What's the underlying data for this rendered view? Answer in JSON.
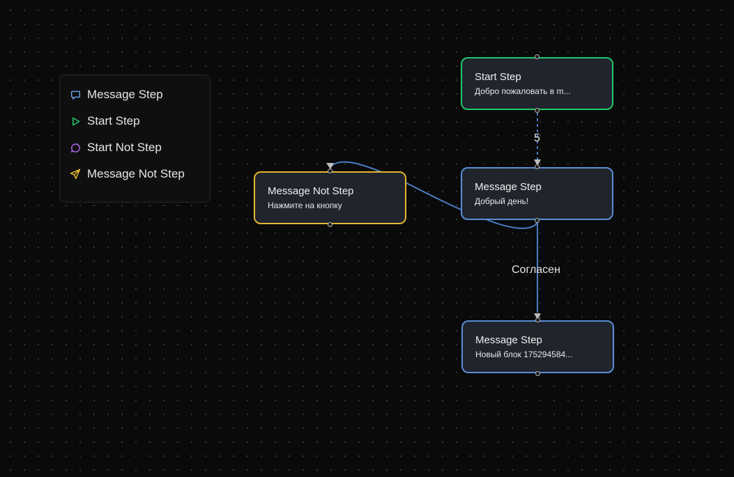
{
  "legend": {
    "items": [
      {
        "label": "Message Step",
        "icon": "message-square-icon",
        "color": "#6fa1ec"
      },
      {
        "label": "Start Step",
        "icon": "play-icon",
        "color": "#22c76b"
      },
      {
        "label": "Start Not Step",
        "icon": "message-circle-icon",
        "color": "#b56cf0"
      },
      {
        "label": "Message Not Step",
        "icon": "send-icon",
        "color": "#e6b72e"
      }
    ]
  },
  "nodes": {
    "start": {
      "title": "Start Step",
      "text": "Добро пожаловать в m..."
    },
    "message1": {
      "title": "Message Step",
      "text": "Добрый день!"
    },
    "notstep": {
      "title": "Message Not Step",
      "text": "Нажмите на кнопку"
    },
    "message2": {
      "title": "Message Step",
      "text": "Новый блок 175294584..."
    }
  },
  "edges": {
    "start_to_message1": {
      "label": "5"
    },
    "message1_to_message2": {
      "label": "Согласен"
    }
  },
  "colors": {
    "edge": "#4a7cc4",
    "message_border": "#5a8fd6",
    "start_border": "#22c76b",
    "notstep_border": "#e6b72e"
  }
}
